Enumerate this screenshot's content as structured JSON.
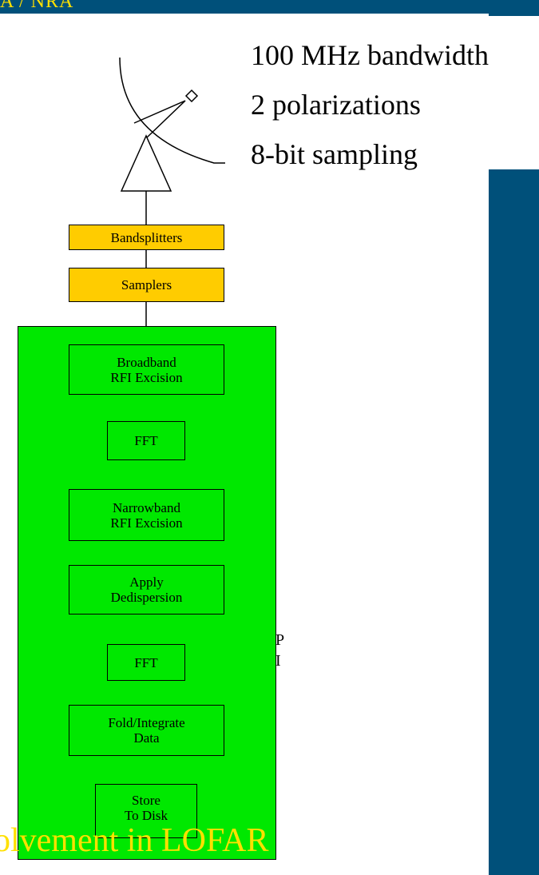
{
  "header": {
    "fragment_text": "A / NRA"
  },
  "specs": [
    "100 MHz bandwidth",
    "2 polarizations",
    "8-bit sampling"
  ],
  "preprocessing": [
    "Bandsplitters",
    "Samplers"
  ],
  "pipeline": [
    "Broadband\nRFI Excision",
    "FFT",
    "Narrowband\nRFI Excision",
    "Apply\nDedispersion",
    "FFT",
    "Fold/Integrate\nData",
    "Store\nTo Disk"
  ],
  "hidden_fragments": [
    "P",
    "I"
  ],
  "caption": "olvement in LOFAR",
  "colors": {
    "panel": "#00507a",
    "caption": "#ffe000",
    "yellow_block": "#ffcc00",
    "green_area": "#00e800"
  }
}
